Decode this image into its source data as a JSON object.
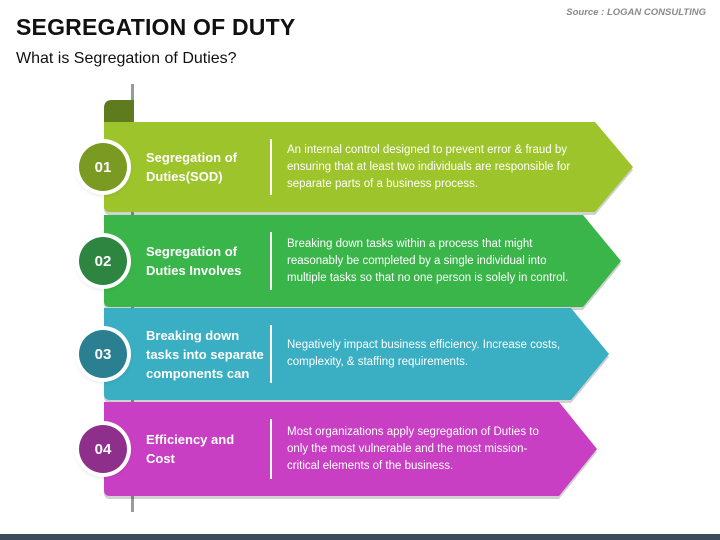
{
  "header": {
    "title": "SEGREGATION OF DUTY",
    "subtitle": "What is Segregation of Duties?",
    "source": "Source : LOGAN CONSULTING"
  },
  "steps": [
    {
      "number": "01",
      "label": "Segregation of Duties(SOD)",
      "description": "An internal control designed to prevent error & fraud by ensuring that at least two individuals are responsible for separate parts of a business process.",
      "color": "#9dc42a",
      "badge_color": "#7a9a22"
    },
    {
      "number": "02",
      "label": "Segregation of Duties Involves",
      "description": "Breaking down tasks within a process that might reasonably be completed by a single individual into multiple tasks so that no one person is solely in control.",
      "color": "#3ab54a",
      "badge_color": "#2d8540"
    },
    {
      "number": "03",
      "label": "Breaking down tasks into separate components can",
      "description": "Negatively impact business efficiency. Increase costs, complexity, & staffing requirements.",
      "color": "#3aaec2",
      "badge_color": "#2a7f90"
    },
    {
      "number": "04",
      "label": "Efficiency and Cost",
      "description": "Most organizations apply segregation of Duties to only the most vulnerable and the most mission-critical elements of the business.",
      "color": "#c93fc4",
      "badge_color": "#8e2f8c"
    }
  ],
  "pole_color": "#5f7b1e"
}
